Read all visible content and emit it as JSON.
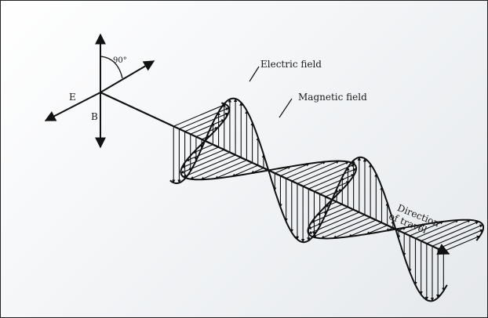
{
  "labels": {
    "e_axis": "E",
    "b_axis": "B",
    "angle": "90°",
    "electric_field": "Electric field",
    "magnetic_field": "Magnetic field",
    "direction_line1": "Direction",
    "direction_line2": "of travel"
  },
  "colors": {
    "ink": "#111111",
    "background": "#f2f4f6"
  }
}
